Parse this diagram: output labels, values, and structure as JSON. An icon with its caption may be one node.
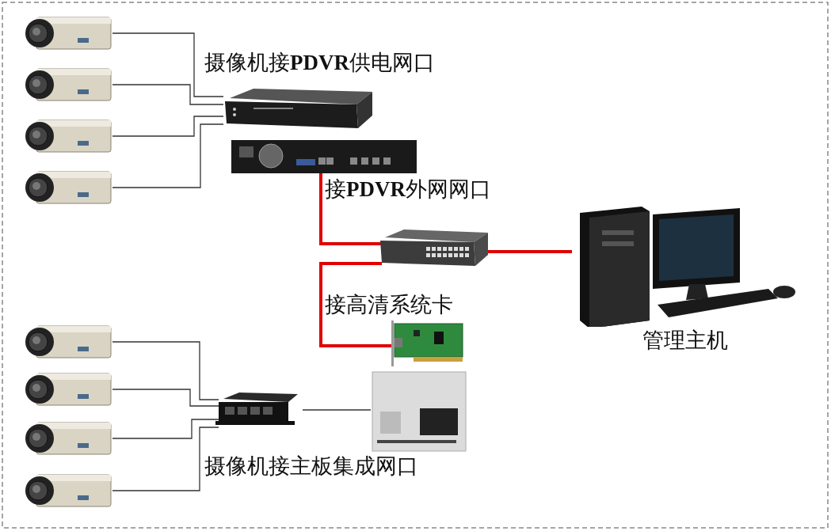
{
  "diagram": {
    "nodes": [
      {
        "text": [],
        "shape": "picture"
      },
      {
        "text": [],
        "shape": "picture"
      },
      {
        "text": [],
        "shape": "picture"
      },
      {
        "text": [],
        "shape": "picture"
      },
      {
        "text": [],
        "shape": "picture"
      },
      {
        "text": [],
        "shape": "picture"
      },
      {
        "text": [],
        "shape": "picture"
      },
      {
        "text": [
          "管理主机"
        ]
      },
      {
        "text": [],
        "shape": "picture"
      },
      {
        "text": [],
        "shape": "picture"
      },
      {
        "text": [],
        "shape": "picture"
      },
      {
        "text": [],
        "shape": "picture"
      },
      {
        "text": [],
        "shape": "picture"
      },
      {
        "text": [],
        "shape": "picture"
      },
      {
        "text": [],
        "shape": "picture"
      }
    ],
    "edges": [
      {
        "from": 0,
        "to": 4,
        "arrow": "none"
      },
      {
        "from": 1,
        "to": 4,
        "arrow": "none"
      },
      {
        "from": 2,
        "to": 4,
        "arrow": "none"
      },
      {
        "from": 3,
        "to": 4,
        "arrow": "none"
      },
      {
        "from": 5,
        "to": 6,
        "arrow": "none",
        "label": "接**PDVR**外网网口",
        "style": "thick",
        "color": "#e00000"
      },
      {
        "from": 6,
        "to": 7,
        "arrow": "none",
        "style": "thick",
        "color": "#e00000"
      },
      {
        "from": 6,
        "to": 8,
        "arrow": "none",
        "label": "接高清系统卡",
        "style": "thick",
        "color": "#e00000"
      },
      {
        "from": 10,
        "to": 9,
        "arrow": "none"
      },
      {
        "from": 11,
        "to": 10,
        "arrow": "none"
      },
      {
        "from": 12,
        "to": 10,
        "arrow": "none"
      },
      {
        "from": 13,
        "to": 10,
        "arrow": "none"
      },
      {
        "from": 14,
        "to": 10,
        "arrow": "none"
      }
    ],
    "labels": [
      "摄像机接**PDVR**供电网口",
      "摄像机接主板集成网口"
    ]
  }
}
